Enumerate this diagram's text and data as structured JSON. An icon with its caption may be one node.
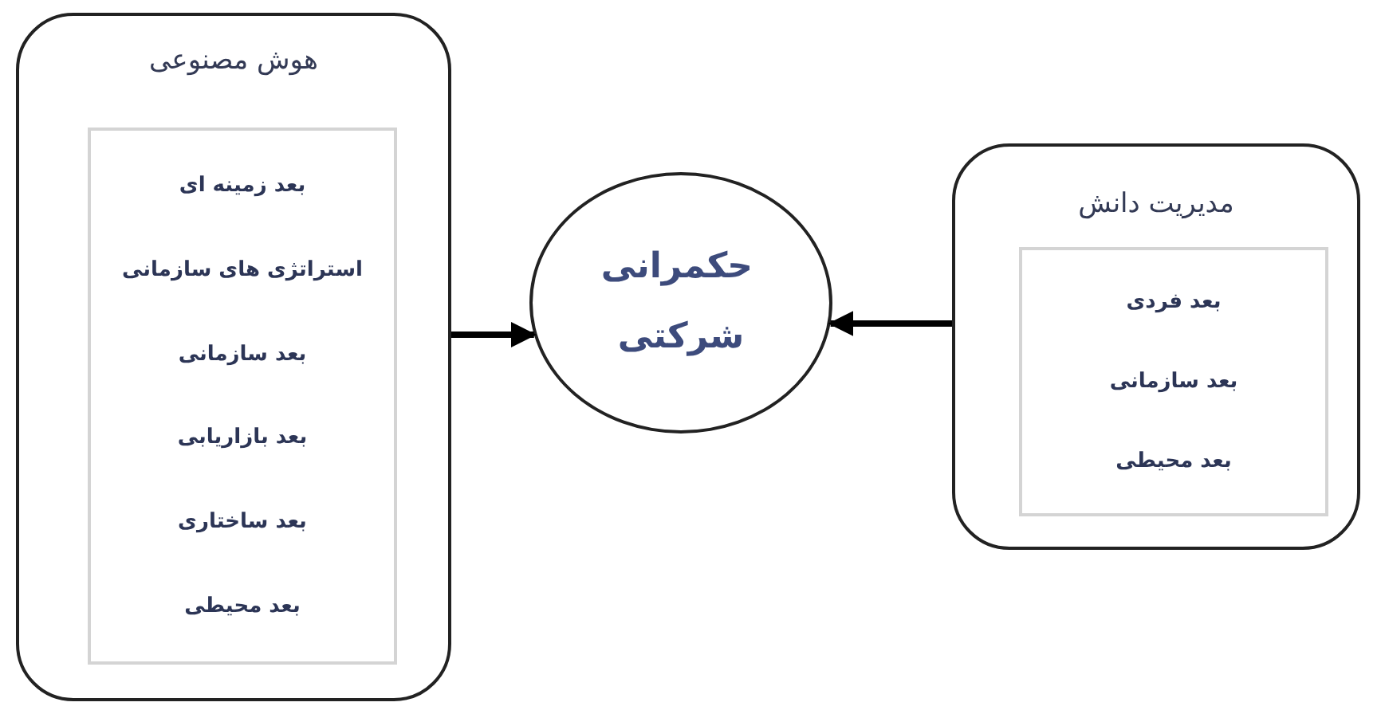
{
  "diagram": {
    "nodes": [
      {
        "text": [
          "هوش مصنوعی"
        ]
      },
      {
        "text": [
          "بعد زمینه ای",
          "استراتژی های سازمانی",
          "بعد سازمانی",
          "بعد بازاریابی",
          "بعد ساختاری",
          "بعد محیطی"
        ],
        "in": 0
      },
      {
        "text": [
          "حکمرانی شرکتی"
        ]
      },
      {
        "text": [
          "مدیریت دانش"
        ]
      },
      {
        "text": [
          "بعد فردی",
          "بعد سازمانی",
          "بعد محیطی"
        ],
        "in": 3
      }
    ],
    "edges": [
      {
        "from": 0,
        "to": 2,
        "arrow": "to"
      },
      {
        "from": 3,
        "to": 2,
        "arrow": "to"
      }
    ]
  }
}
